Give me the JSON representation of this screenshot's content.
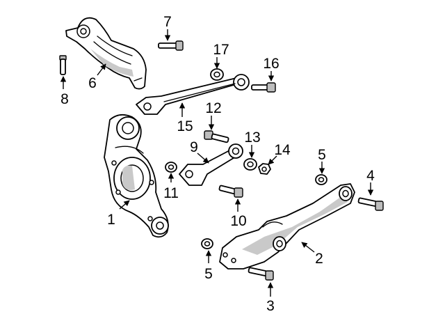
{
  "callouts": {
    "n1": "1",
    "n2": "2",
    "n3": "3",
    "n4": "4",
    "n5a": "5",
    "n5b": "5",
    "n6": "6",
    "n7": "7",
    "n8": "8",
    "n9": "9",
    "n10": "10",
    "n11": "11",
    "n12": "12",
    "n13": "13",
    "n14": "14",
    "n15": "15",
    "n16": "16",
    "n17": "17"
  },
  "colors": {
    "line": "#000000",
    "shading": "#c9c9c9",
    "background": "#ffffff"
  }
}
